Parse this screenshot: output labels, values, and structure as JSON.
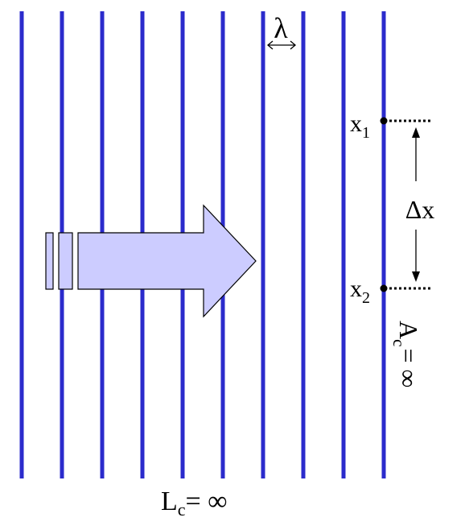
{
  "colors": {
    "wavefront": "#2b2bcc",
    "arrow_fill": "#ccccff",
    "arrow_stroke": "#000000",
    "text": "#000000"
  },
  "labels": {
    "wavelength": "λ",
    "x1_main": "x",
    "x1_sub": "1",
    "x2_main": "x",
    "x2_sub": "2",
    "delta_x": "Δx",
    "coherence_length_main": "L",
    "coherence_length_sub": "c",
    "coherence_length_value": "= ∞",
    "coherence_area_main": "A",
    "coherence_area_sub": "c",
    "coherence_area_value": "= ∞"
  }
}
